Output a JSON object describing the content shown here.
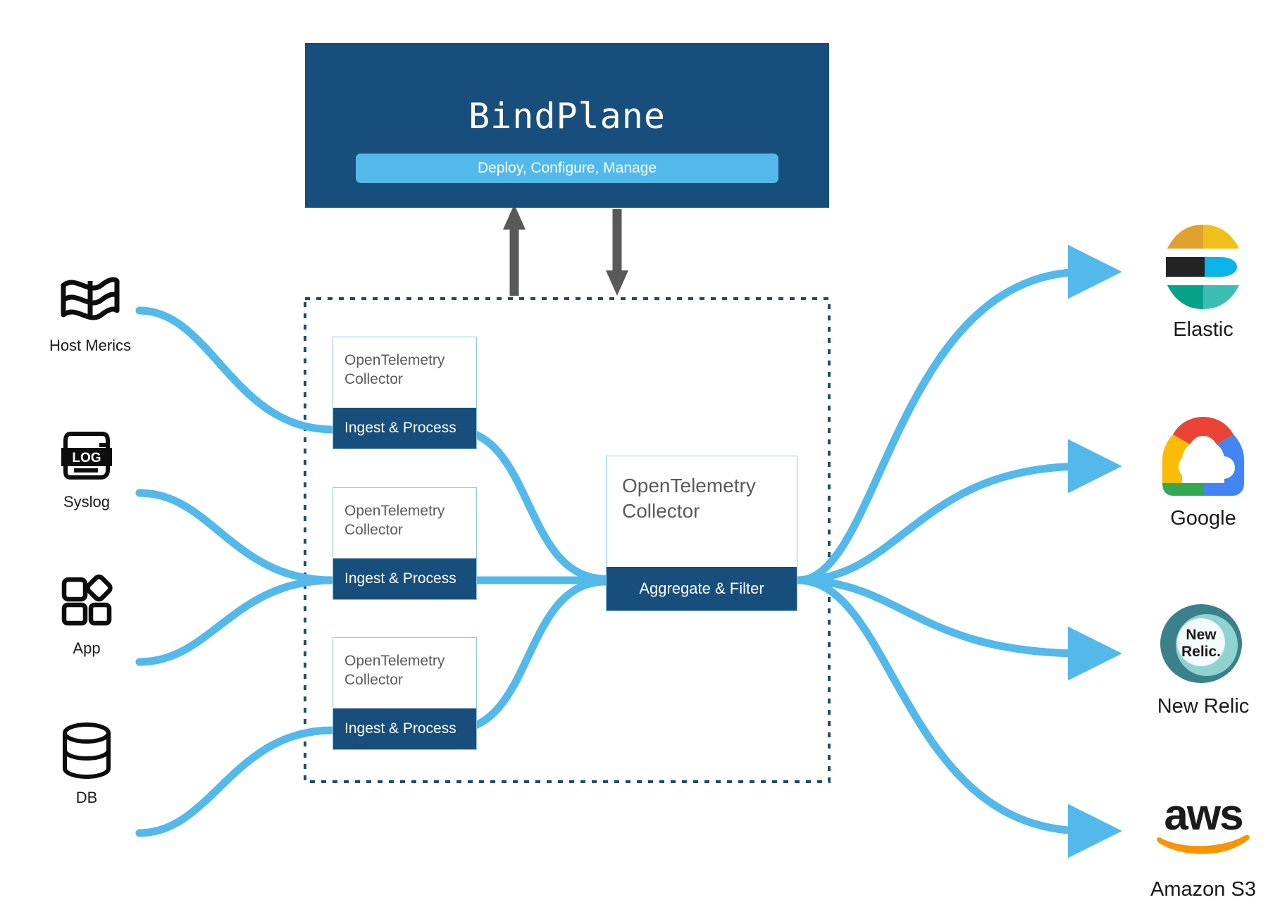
{
  "control_plane": {
    "title": "BindPlane",
    "pill_label": "Deploy, Configure, Manage",
    "box_color": "#174e7c",
    "pill_color": "#52b9ea"
  },
  "pipeline": {
    "collectors": [
      {
        "title": "OpenTelemetry\nCollector",
        "band_label": "Ingest & Process"
      },
      {
        "title": "OpenTelemetry\nCollector",
        "band_label": "Ingest & Process"
      },
      {
        "title": "OpenTelemetry\nCollector",
        "band_label": "Ingest & Process"
      }
    ],
    "aggregator": {
      "title": "OpenTelemetry\nCollector",
      "band_label": "Aggregate & Filter"
    },
    "border_style": "dotted",
    "border_color": "#1f4e66",
    "box_border_color": "#8cc9e4",
    "band_color": "#174e7c"
  },
  "sources": [
    {
      "label": "Host Merics",
      "icon": "flag-icon"
    },
    {
      "label": "Syslog",
      "icon": "log-scroll-icon"
    },
    {
      "label": "App",
      "icon": "app-shapes-icon"
    },
    {
      "label": "DB",
      "icon": "database-cylinder-icon"
    }
  ],
  "destinations": [
    {
      "label": "Elastic",
      "icon": "elastic-logo"
    },
    {
      "label": "Google",
      "icon": "google-cloud-logo"
    },
    {
      "label": "New Relic",
      "icon": "new-relic-logo",
      "mark_text": "New Relic."
    },
    {
      "label": "Amazon S3",
      "icon": "aws-logo",
      "mark_text": "aws"
    }
  ],
  "flow": {
    "stream_color": "#52b9ea",
    "control_arrow_color": "#595959"
  }
}
